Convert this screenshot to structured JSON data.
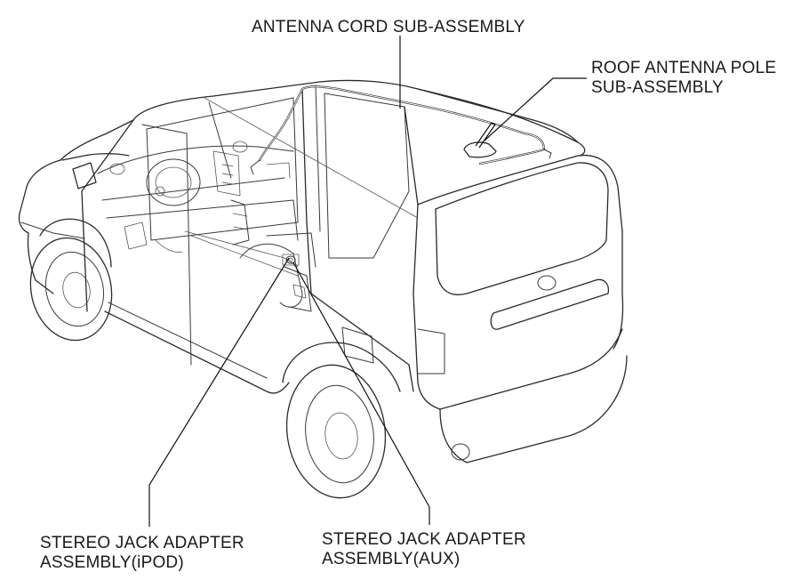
{
  "labels": {
    "antenna_cord": "ANTENNA CORD SUB-ASSEMBLY",
    "roof_pole_line1": "ROOF ANTENNA POLE",
    "roof_pole_line2": "SUB-ASSEMBLY",
    "jack_ipod_line1": "STEREO JACK ADAPTER",
    "jack_ipod_line2": "ASSEMBLY(iPOD)",
    "jack_aux_line1": "STEREO JACK ADAPTER",
    "jack_aux_line2": "ASSEMBLY(AUX)"
  }
}
